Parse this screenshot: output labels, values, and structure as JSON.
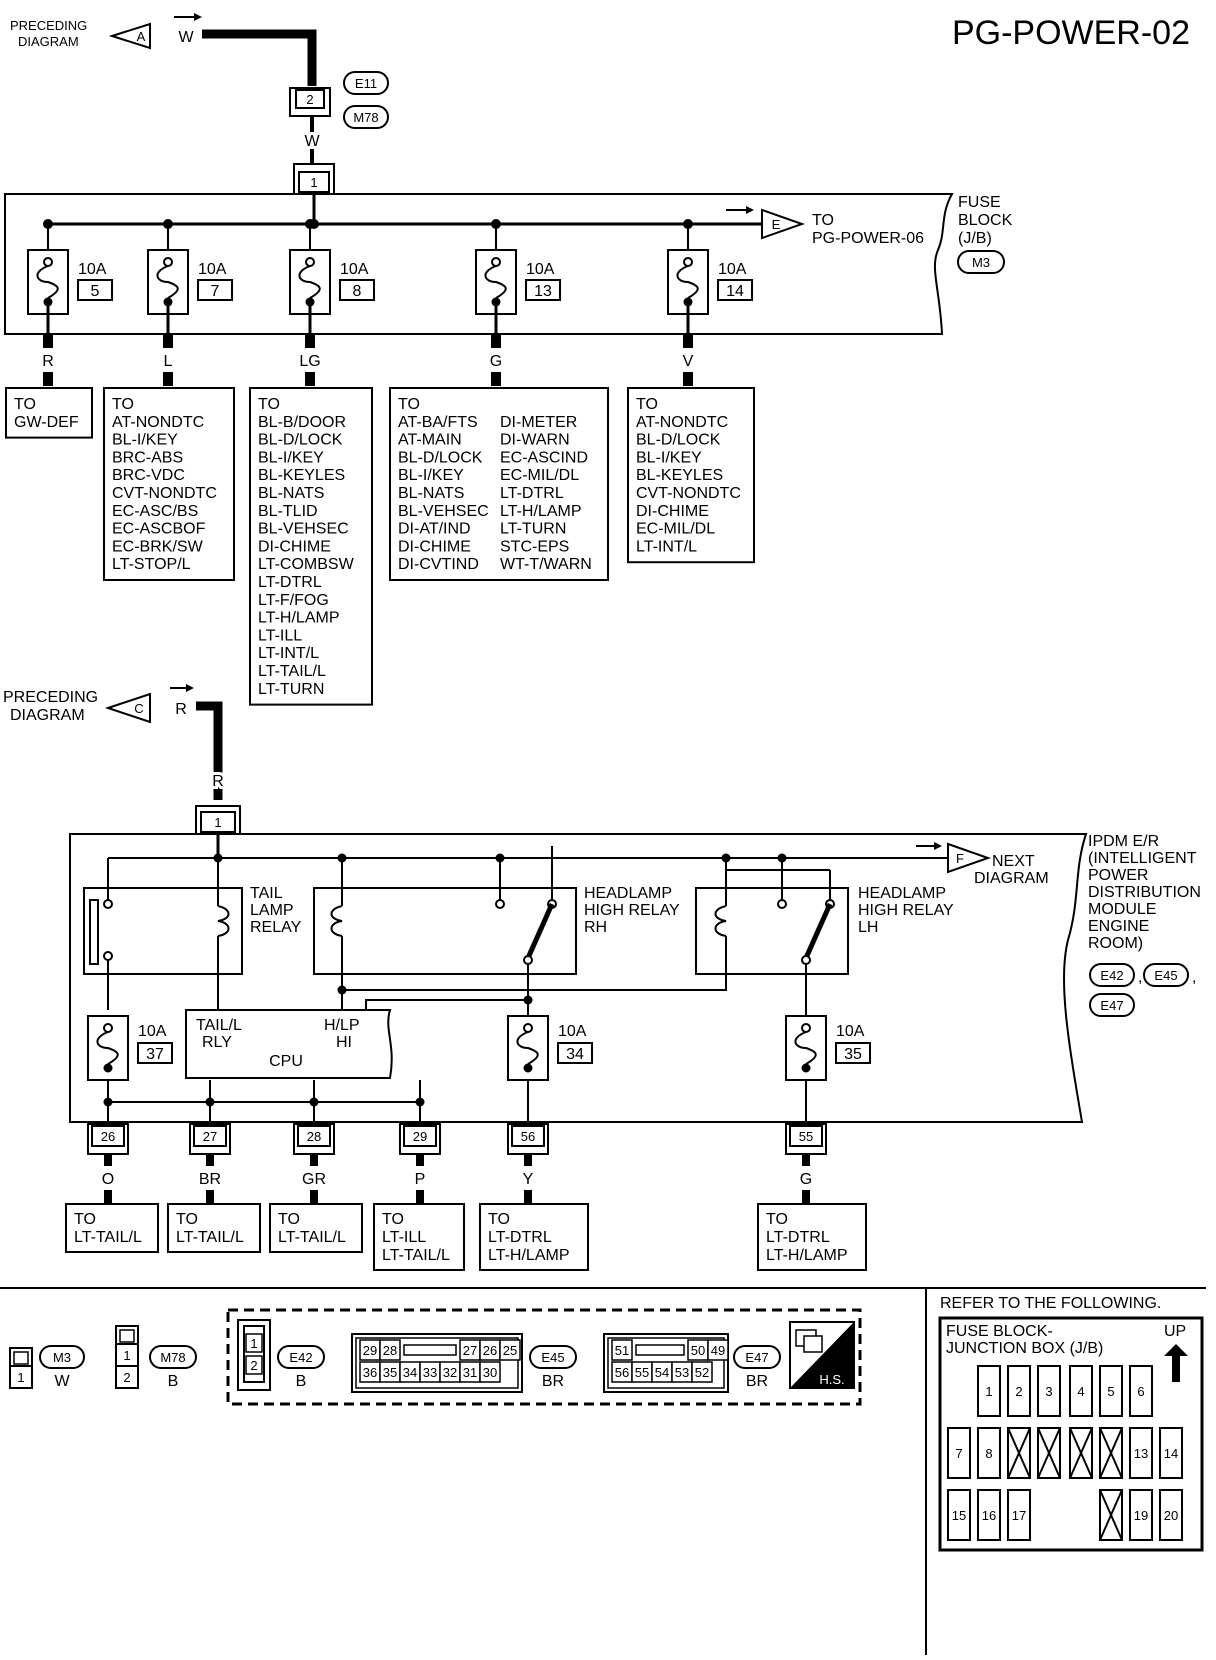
{
  "header": {
    "title": "PG-POWER-02"
  },
  "top_section": {
    "preceding_label": [
      "PRECEDING",
      "DIAGRAM"
    ],
    "in_connector": "A",
    "in_wire": "W",
    "joint_connector_ids": [
      "E11",
      "M78"
    ],
    "joint_pin": "2",
    "joint_wire": "W",
    "fuse_block_pin": "1",
    "out_connector": "E",
    "out_dest": [
      "TO",
      "PG-POWER-06"
    ],
    "fuse_block_label": [
      "FUSE",
      "BLOCK",
      "(J/B)"
    ],
    "fuse_block_connector": "M3",
    "fuses": [
      {
        "amp": "10A",
        "num": "5",
        "wire": "R"
      },
      {
        "amp": "10A",
        "num": "7",
        "wire": "L"
      },
      {
        "amp": "10A",
        "num": "8",
        "wire": "LG"
      },
      {
        "amp": "10A",
        "num": "13",
        "wire": "G"
      },
      {
        "amp": "10A",
        "num": "14",
        "wire": "V"
      }
    ],
    "destinations": [
      {
        "lines": [
          "TO",
          "GW-DEF"
        ]
      },
      {
        "lines": [
          "TO",
          "AT-NONDTC",
          "BL-I/KEY",
          "BRC-ABS",
          "BRC-VDC",
          "CVT-NONDTC",
          "EC-ASC/BS",
          "EC-ASCBOF",
          "EC-BRK/SW",
          "LT-STOP/L"
        ]
      },
      {
        "lines": [
          "TO",
          "BL-B/DOOR",
          "BL-D/LOCK",
          "BL-I/KEY",
          "BL-KEYLES",
          "BL-NATS",
          "BL-TLID",
          "BL-VEHSEC",
          "DI-CHIME",
          "LT-COMBSW",
          "LT-DTRL",
          "LT-F/FOG",
          "LT-H/LAMP",
          "LT-ILL",
          "LT-INT/L",
          "LT-TAIL/L",
          "LT-TURN"
        ]
      },
      {
        "col1": [
          "TO",
          "AT-BA/FTS",
          "AT-MAIN",
          "BL-D/LOCK",
          "BL-I/KEY",
          "BL-NATS",
          "BL-VEHSEC",
          "DI-AT/IND",
          "DI-CHIME",
          "DI-CVTIND"
        ],
        "col2": [
          "DI-METER",
          "DI-WARN",
          "EC-ASCIND",
          "EC-MIL/DL",
          "LT-DTRL",
          "LT-H/LAMP",
          "LT-TURN",
          "STC-EPS",
          "WT-T/WARN"
        ]
      },
      {
        "lines": [
          "TO",
          "AT-NONDTC",
          "BL-D/LOCK",
          "BL-I/KEY",
          "BL-KEYLES",
          "CVT-NONDTC",
          "DI-CHIME",
          "EC-MIL/DL",
          "LT-INT/L"
        ]
      }
    ]
  },
  "ipdm_section": {
    "preceding_label": [
      "PRECEDING",
      "DIAGRAM"
    ],
    "in_connector": "C",
    "in_wire": "R",
    "in_wire_label": "R",
    "entry_pin": "1",
    "out_connector": "F",
    "out_dest": [
      "NEXT",
      "DIAGRAM"
    ],
    "module_label": [
      "IPDM E/R",
      "(INTELLIGENT",
      "POWER",
      "DISTRIBUTION",
      "MODULE",
      "ENGINE",
      "ROOM)"
    ],
    "module_connectors": [
      "E42",
      "E45",
      "E47"
    ],
    "relays": [
      {
        "lines": [
          "TAIL",
          "LAMP",
          "RELAY"
        ]
      },
      {
        "lines": [
          "HEADLAMP",
          "HIGH RELAY",
          "RH"
        ]
      },
      {
        "lines": [
          "HEADLAMP",
          "HIGH RELAY",
          "LH"
        ]
      }
    ],
    "cpu": {
      "left": [
        "TAIL/L",
        "RLY"
      ],
      "right": [
        "H/LP",
        "HI"
      ],
      "name": "CPU"
    },
    "fuses": [
      {
        "amp": "10A",
        "num": "37"
      },
      {
        "amp": "10A",
        "num": "34"
      },
      {
        "amp": "10A",
        "num": "35"
      }
    ],
    "pins": [
      {
        "pin": "26",
        "wire": "O",
        "dest": [
          "TO",
          "LT-TAIL/L"
        ]
      },
      {
        "pin": "27",
        "wire": "BR",
        "dest": [
          "TO",
          "LT-TAIL/L"
        ]
      },
      {
        "pin": "28",
        "wire": "GR",
        "dest": [
          "TO",
          "LT-TAIL/L"
        ]
      },
      {
        "pin": "29",
        "wire": "P",
        "dest": [
          "TO",
          "LT-ILL",
          "LT-TAIL/L"
        ]
      },
      {
        "pin": "56",
        "wire": "Y",
        "dest": [
          "TO",
          "LT-DTRL",
          "LT-H/LAMP"
        ]
      },
      {
        "pin": "55",
        "wire": "G",
        "dest": [
          "TO",
          "LT-DTRL",
          "LT-H/LAMP"
        ]
      }
    ]
  },
  "connector_legend": {
    "m3": {
      "id": "M3",
      "color": "W",
      "pins": [
        "1"
      ]
    },
    "m78": {
      "id": "M78",
      "color": "B",
      "pins": [
        "1",
        "2"
      ]
    },
    "e42": {
      "id": "E42",
      "color": "B",
      "pins": [
        "1",
        "2"
      ]
    },
    "e45": {
      "id": "E45",
      "color": "BR",
      "row1": [
        "29",
        "28",
        "27",
        "26",
        "25"
      ],
      "row2": [
        "36",
        "35",
        "34",
        "33",
        "32",
        "31",
        "30"
      ]
    },
    "e47": {
      "id": "E47",
      "color": "BR",
      "row1": [
        "51",
        "50",
        "49"
      ],
      "row2": [
        "56",
        "55",
        "54",
        "53",
        "52"
      ]
    },
    "hs_label": "H.S."
  },
  "fuse_block_ref": {
    "refer_text": "REFER TO THE FOLLOWING.",
    "title": [
      "FUSE BLOCK-",
      "JUNCTION BOX (J/B)"
    ],
    "up_label": "UP",
    "rows": [
      [
        "1",
        "2",
        "3",
        "4",
        "5",
        "6"
      ],
      [
        "7",
        "8",
        "X",
        "X",
        "X",
        "X",
        "13",
        "14"
      ],
      [
        "15",
        "16",
        "17",
        "",
        "",
        "X",
        "19",
        "20"
      ]
    ]
  }
}
